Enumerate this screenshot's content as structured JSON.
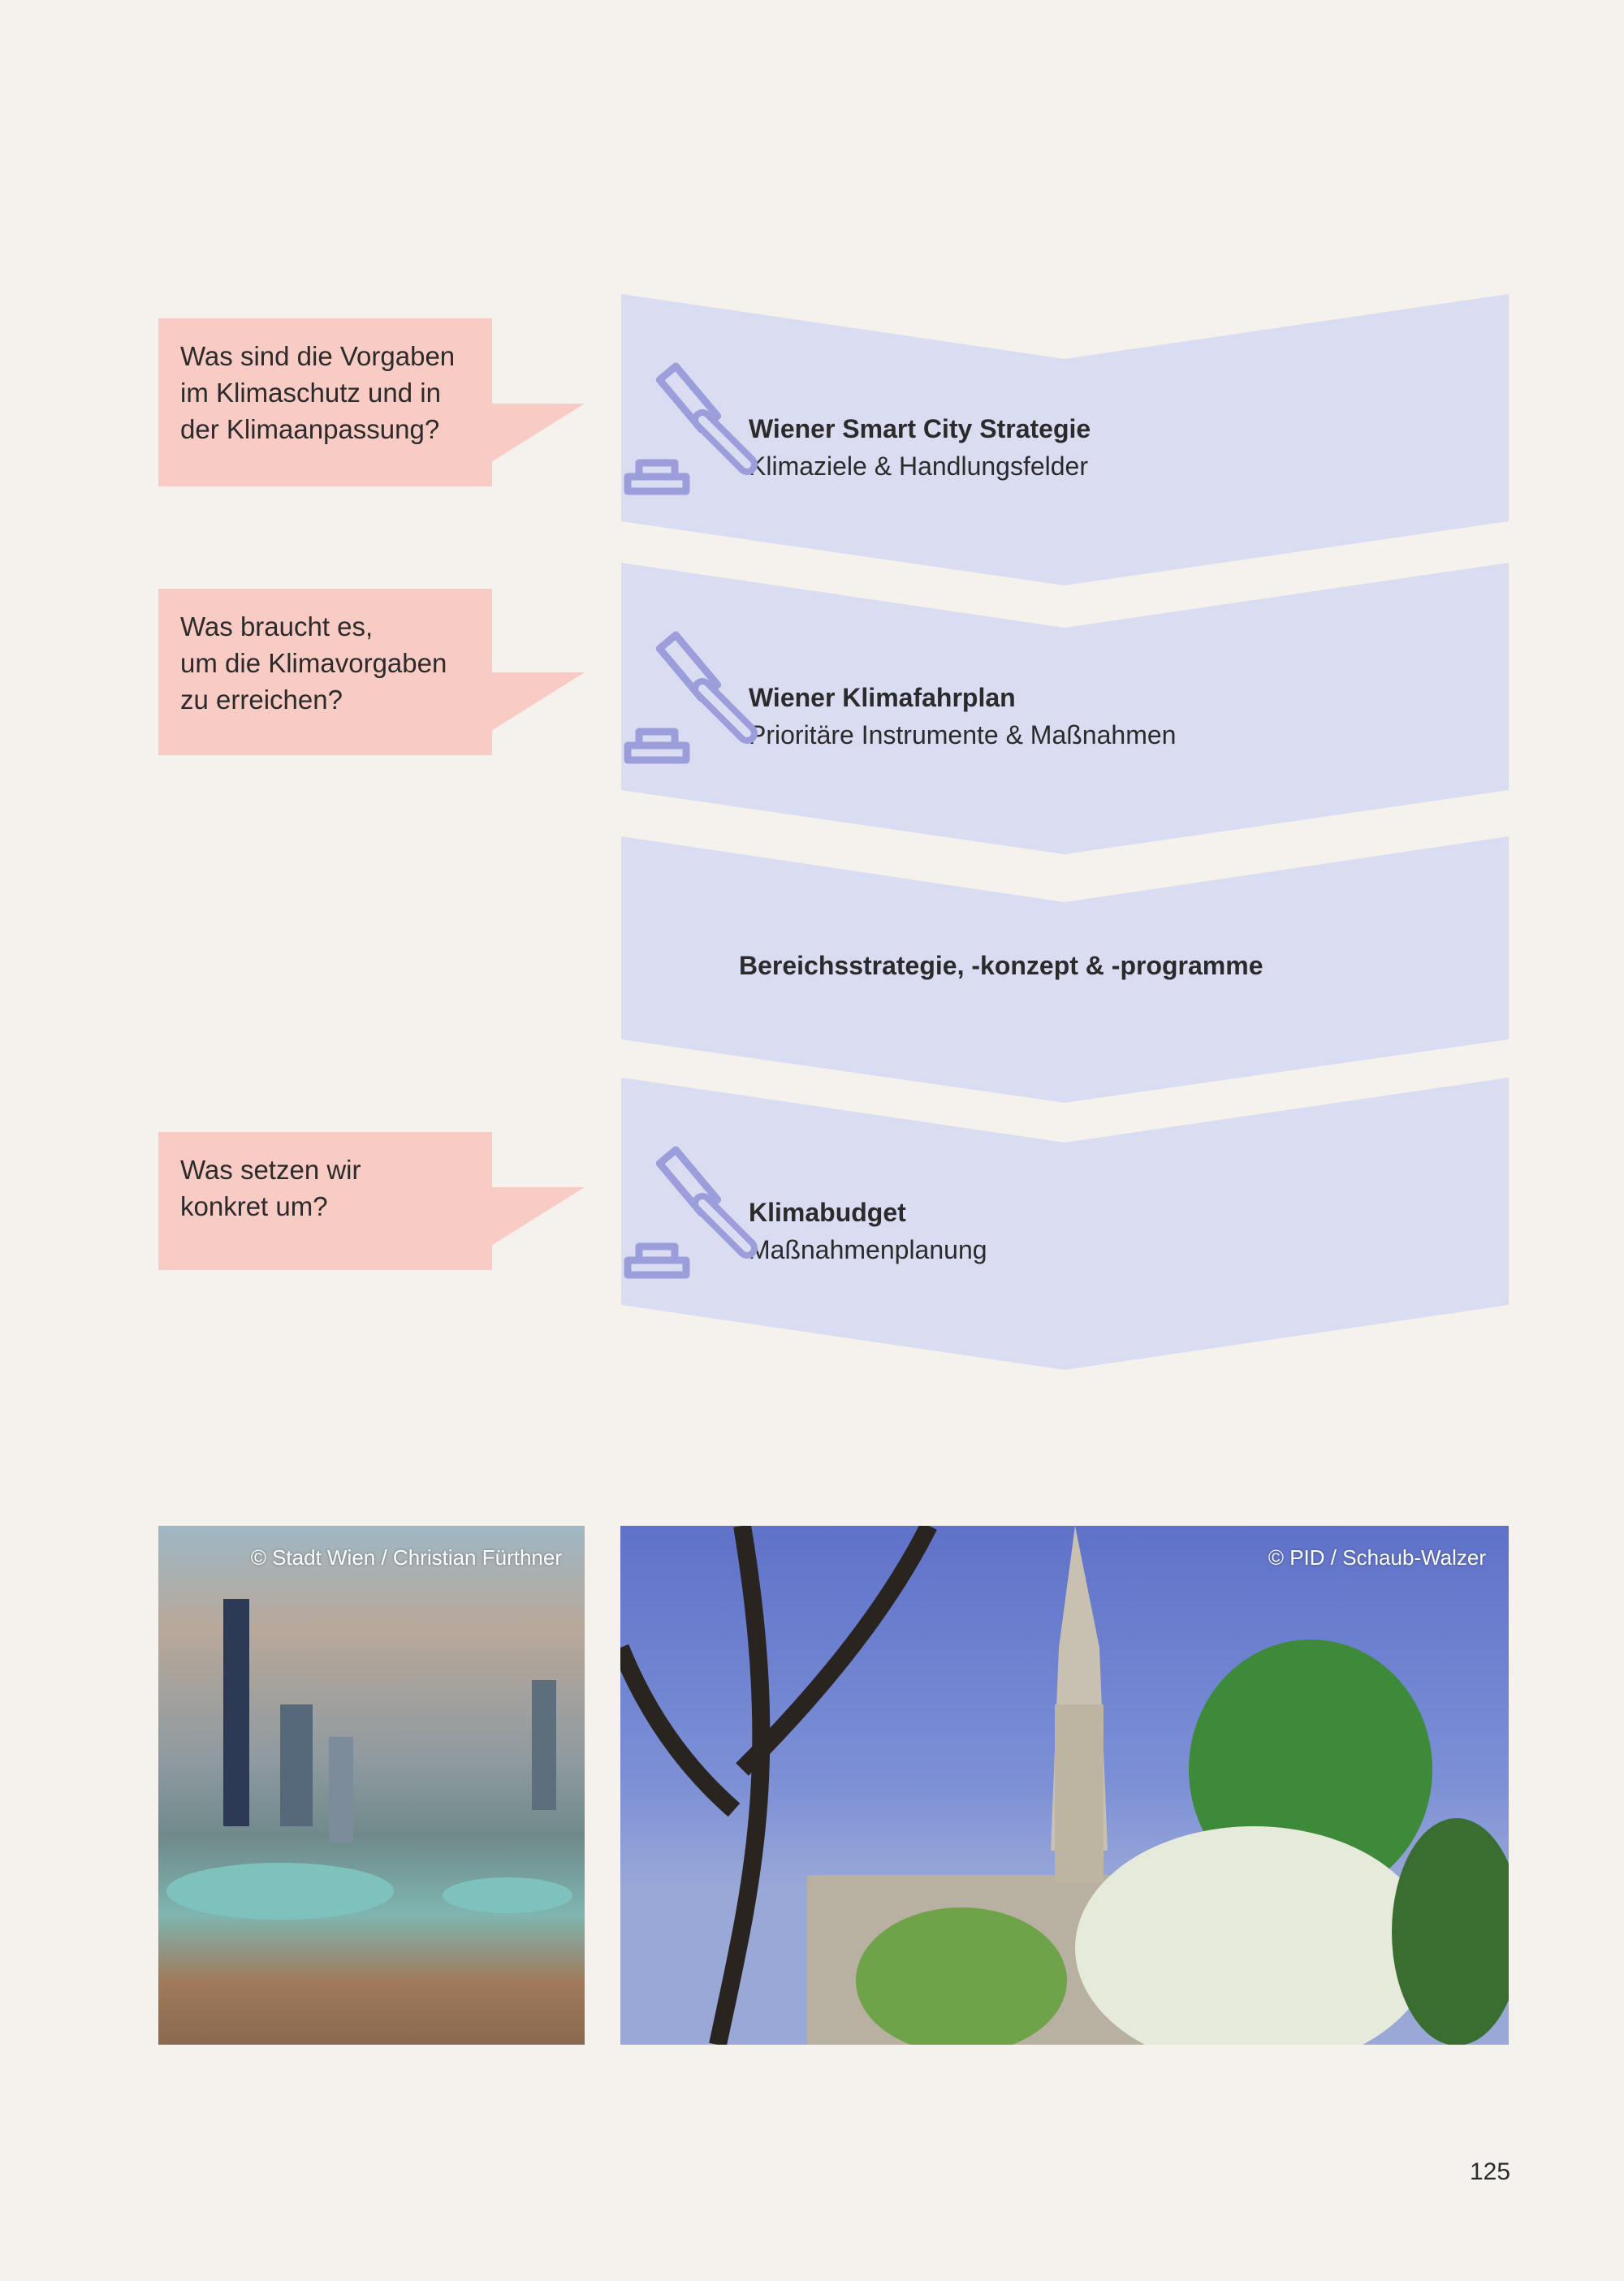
{
  "questions": [
    {
      "text": "Was sind die Vorgaben\nim Klimaschutz und in\nder Klimaanpassung?"
    },
    {
      "text": "Was braucht es,\num die Klimavorgaben\nzu erreichen?"
    },
    {
      "text": "Was setzen wir\nkonkret um?"
    }
  ],
  "levels": [
    {
      "title": "Wiener Smart City Strategie",
      "subtitle": "Klimaziele & Handlungsfelder",
      "icon": "gavel-icon"
    },
    {
      "title": "Wiener Klimafahrplan",
      "subtitle": "Prioritäre Instrumente & Maßnahmen",
      "icon": "gavel-icon"
    },
    {
      "title": "Bereichsstrategie, -konzept  & -programme"
    },
    {
      "title": "Klimabudget",
      "subtitle": "Maßnahmenplanung",
      "icon": "gavel-icon"
    }
  ],
  "photos": [
    {
      "credit": "© Stadt Wien / Christian Fürthner"
    },
    {
      "credit": "© PID / Schaub-Walzer"
    }
  ],
  "page_number": "125",
  "colors": {
    "background": "#f5f2ee",
    "question_box": "#f9cbc5",
    "chevron": "#dadcf2",
    "icon": "#9b9edb"
  }
}
